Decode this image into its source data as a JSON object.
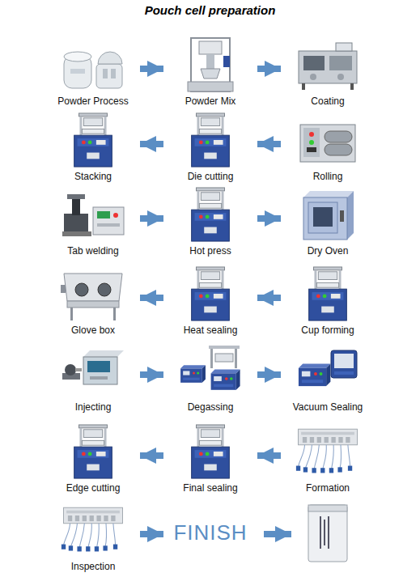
{
  "diagram": {
    "title": "Pouch cell preparation",
    "nodes": [
      {
        "text": [
          "Powder Process"
        ]
      },
      {
        "text": [
          "Powder Mix"
        ]
      },
      {
        "text": [
          "Coating"
        ]
      },
      {
        "text": [
          "Rolling"
        ]
      },
      {
        "text": [
          "Die cutting"
        ]
      },
      {
        "text": [
          "Stacking"
        ]
      },
      {
        "text": [
          "Tab welding"
        ]
      },
      {
        "text": [
          "Hot press"
        ]
      },
      {
        "text": [
          "Dry Oven"
        ]
      },
      {
        "text": [
          "Cup forming"
        ]
      },
      {
        "text": [
          "Heat sealing"
        ]
      },
      {
        "text": [
          "Glove box"
        ]
      },
      {
        "text": [
          "Injecting"
        ]
      },
      {
        "text": [
          "Degassing"
        ]
      },
      {
        "text": [
          "Vacuum Sealing"
        ]
      },
      {
        "text": [
          "Formation"
        ]
      },
      {
        "text": [
          "Final sealing"
        ]
      },
      {
        "text": [
          "Edge cutting"
        ]
      },
      {
        "text": [
          "Inspection"
        ]
      },
      {
        "text": [
          "FINISH"
        ]
      }
    ],
    "edges": [
      {
        "from": 0,
        "to": 1,
        "arrow": "to"
      },
      {
        "from": 1,
        "to": 2,
        "arrow": "to"
      },
      {
        "from": 3,
        "to": 4,
        "arrow": "to"
      },
      {
        "from": 4,
        "to": 5,
        "arrow": "to"
      },
      {
        "from": 6,
        "to": 7,
        "arrow": "to"
      },
      {
        "from": 7,
        "to": 8,
        "arrow": "to"
      },
      {
        "from": 9,
        "to": 10,
        "arrow": "to"
      },
      {
        "from": 10,
        "to": 11,
        "arrow": "to"
      },
      {
        "from": 12,
        "to": 13,
        "arrow": "to"
      },
      {
        "from": 13,
        "to": 14,
        "arrow": "to"
      },
      {
        "from": 15,
        "to": 16,
        "arrow": "to"
      },
      {
        "from": 16,
        "to": 17,
        "arrow": "to"
      },
      {
        "from": 18,
        "to": 19,
        "arrow": "to"
      }
    ]
  }
}
